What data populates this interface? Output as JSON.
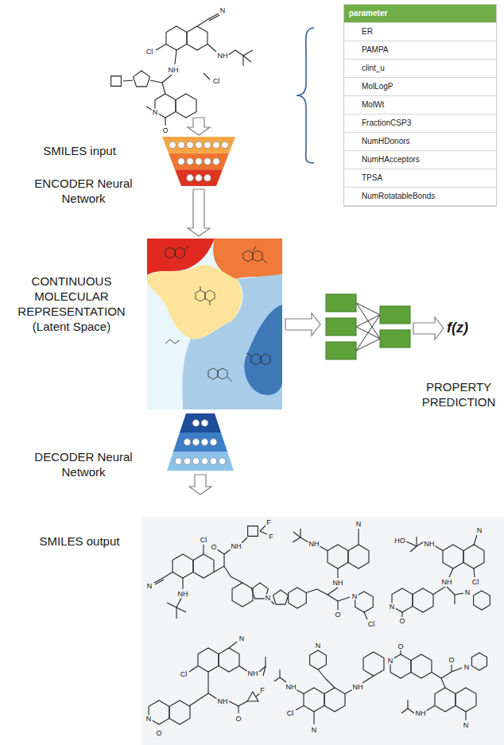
{
  "diagram": {
    "nodes": [
      {
        "text": [
          "parameter",
          "ER",
          "PAMPA",
          "clint_u",
          "MolLogP",
          "MolWt",
          "FractionCSP3",
          "NumHDonors",
          "NumHAcceptors",
          "TPSA",
          "NumRotatableBonds"
        ]
      }
    ],
    "labels": [
      "SMILES input",
      "ENCODER Neural Network",
      "CONTINUOUS MOLECULAR REPRESENTATION",
      "(Latent Space)",
      "PROPERTY PREDICTION",
      "f(z)",
      "DECODER Neural Network",
      "SMILES output",
      "N",
      "Cl",
      "NH",
      "NH",
      "N",
      "O",
      "Cl",
      "F",
      "F",
      "Cl",
      "N",
      "NH",
      "O",
      "NH",
      "N",
      "N",
      "NH",
      "NH",
      "O",
      "N",
      "Cl",
      "N",
      "NH",
      "HO",
      "Cl",
      "NH",
      "N",
      "O",
      "N",
      "N",
      "Cl",
      "NH",
      "NH",
      "O",
      "F",
      "N",
      "O",
      "N",
      "NH",
      "Cl",
      "NH",
      "N",
      "N",
      "NH",
      "O",
      "N",
      "O",
      "N"
    ]
  }
}
